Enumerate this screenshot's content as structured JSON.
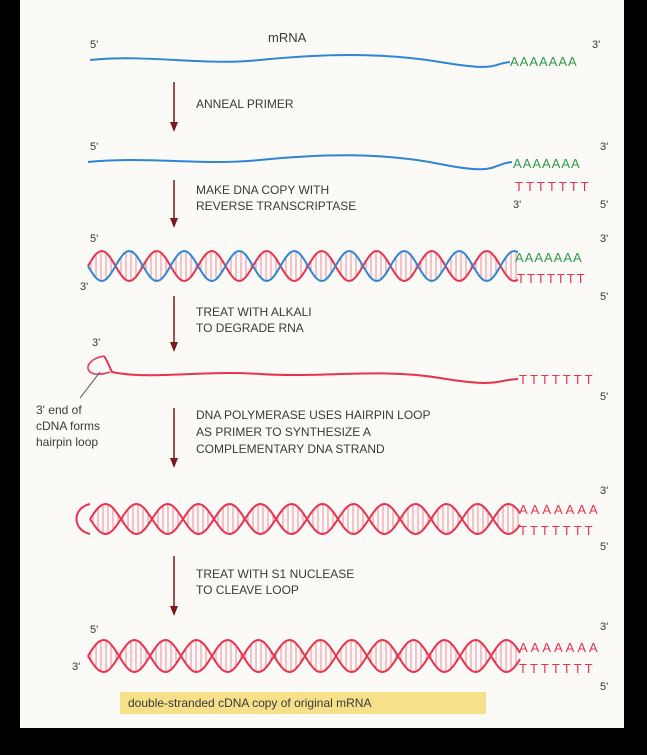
{
  "labels": {
    "mrna": "mRNA",
    "five": "5'",
    "three": "3'",
    "polyA": "AAAAAAA",
    "polyT": "TTTTTTT",
    "side_note": [
      "3' end of",
      "cDNA forms",
      "hairpin loop"
    ],
    "caption": "double-stranded cDNA copy of original mRNA"
  },
  "steps": [
    [
      "ANNEAL PRIMER"
    ],
    [
      "MAKE DNA COPY WITH",
      "REVERSE TRANSCRIPTASE"
    ],
    [
      "TREAT WITH ALKALI",
      "TO DEGRADE RNA"
    ],
    [
      "DNA POLYMERASE USES HAIRPIN LOOP",
      "AS PRIMER TO SYNTHESIZE A",
      "COMPLEMENTARY DNA STRAND"
    ],
    [
      "TREAT WITH S1 NUCLEASE",
      "TO CLEAVE LOOP"
    ]
  ],
  "colors": {
    "rna": "#2f86d4",
    "dna": "#e8334f",
    "dna_light": "#f08a9a",
    "polyA": "#2e9a4c",
    "arrow": "#7a1a1a",
    "caption_bg": "#f6e08a"
  }
}
